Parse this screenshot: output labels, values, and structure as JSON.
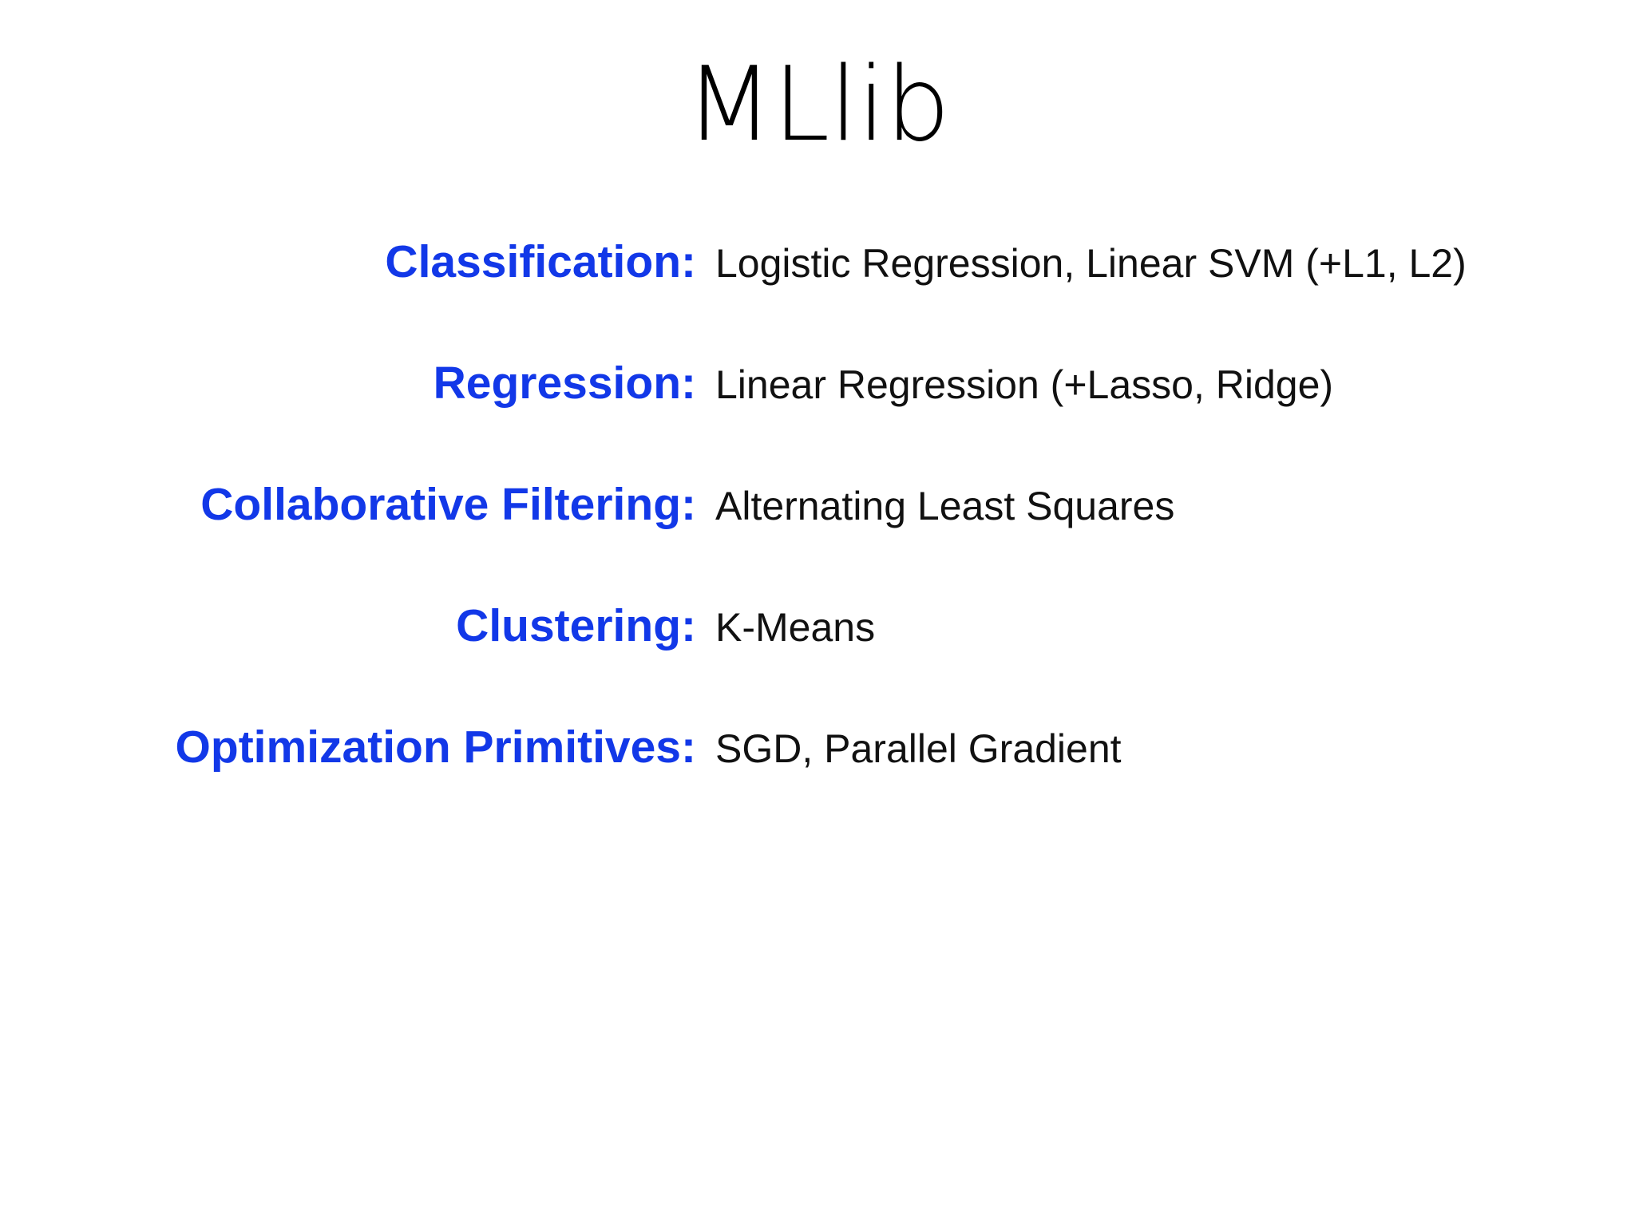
{
  "slide": {
    "title": "MLlib",
    "background_color": "#ffffff",
    "title_color": "#000000",
    "label_color": "#1238e8",
    "value_color": "#111111",
    "rows": [
      {
        "label": "Classification:",
        "value": "Logistic Regression, Linear SVM (+L1, L2)"
      },
      {
        "label": "Regression:",
        "value": "Linear Regression (+Lasso, Ridge)"
      },
      {
        "label": "Collaborative Filtering:",
        "value": "Alternating Least Squares"
      },
      {
        "label": "Clustering:",
        "value": "K-Means"
      },
      {
        "label": "Optimization Primitives:",
        "value": "SGD, Parallel Gradient"
      }
    ]
  }
}
